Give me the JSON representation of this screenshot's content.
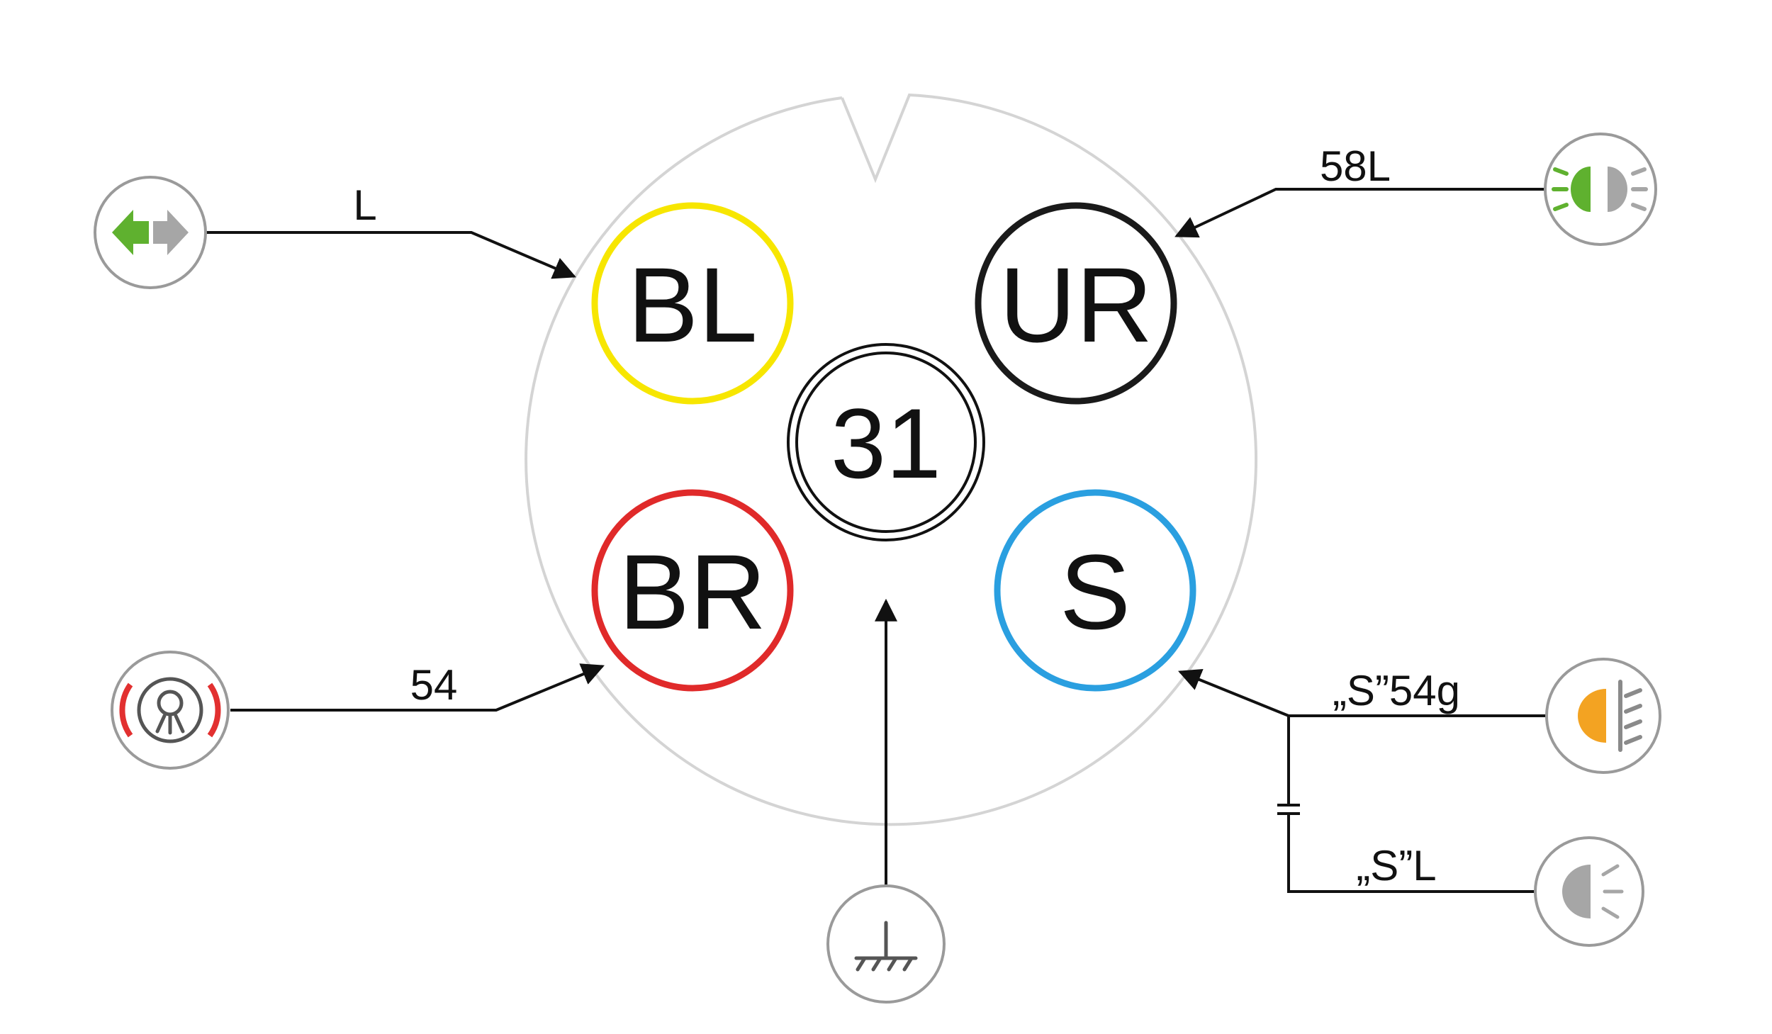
{
  "colors": {
    "yellow": "#f7e600",
    "black": "#1a1a1a",
    "red": "#e02a2a",
    "blue": "#2a9fe0",
    "socket_outline": "#d4d4d4",
    "green": "#5fb12f",
    "gray": "#a6a6a6",
    "orange": "#f3a322",
    "icon_red": "#e23030"
  },
  "pins": {
    "bl": {
      "label": "BL",
      "color": "#f7e600"
    },
    "ur": {
      "label": "UR",
      "color": "#1a1a1a"
    },
    "br": {
      "label": "BR",
      "color": "#e02a2a"
    },
    "s": {
      "label": "S",
      "color": "#2a9fe0"
    },
    "center": {
      "label": "31"
    }
  },
  "wires": {
    "left_turn": {
      "label": "L"
    },
    "tail_light_right": {
      "label": "58L"
    },
    "brake_light": {
      "label": "54"
    },
    "fog_light": {
      "label": "„S”54g"
    },
    "reverse_light": {
      "label": "„S”L"
    }
  },
  "icons": {
    "left_turn": "turn-signal-arrows-icon",
    "tail_light_right": "parking-light-icon",
    "brake_light": "brake-warning-icon",
    "fog_light": "rear-fog-light-icon",
    "reverse_light": "reverse-light-icon",
    "ground": "ground-symbol-icon"
  }
}
